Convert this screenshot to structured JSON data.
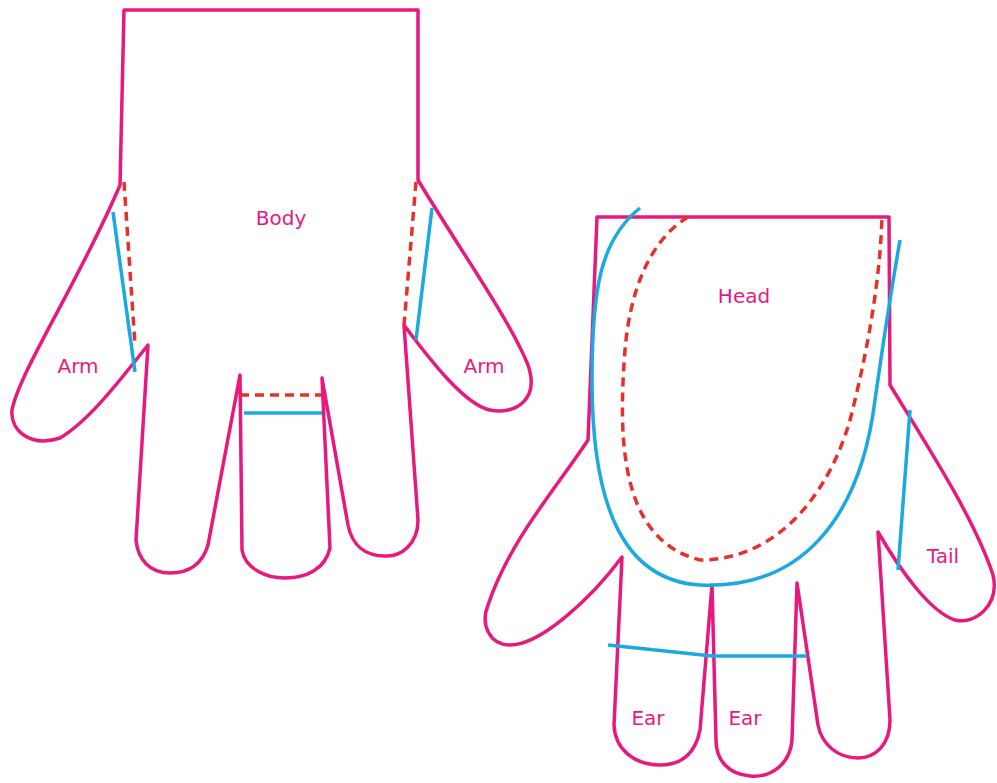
{
  "diagram": {
    "labels": [
      "Body",
      "Arm",
      "Arm",
      "Head",
      "Tail",
      "Ear",
      "Ear"
    ]
  }
}
